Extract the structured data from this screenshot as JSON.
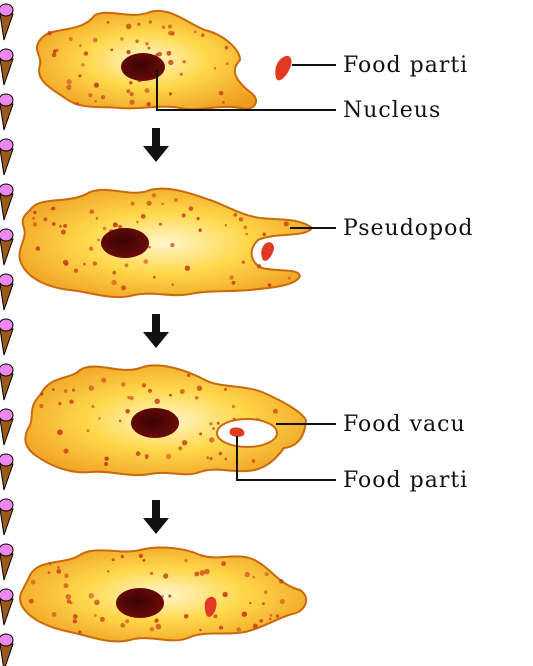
{
  "labels": {
    "stage1_food": "Food parti",
    "stage1_nucleus": "Nucleus",
    "stage2_pseudopod": "Pseudopod",
    "stage3_vacuole": "Food vacu",
    "stage3_food": "Food parti"
  },
  "colors": {
    "cytoplasm_center": "#fff6cc",
    "cytoplasm_mid": "#ffd84a",
    "cytoplasm_edge": "#ee9a1e",
    "outline": "#c96a0e",
    "nucleus": "#6e0b0b",
    "nucleus_inner": "#3b0303",
    "dots": "#c8401a",
    "food": "#e03a22",
    "arrow": "#111111",
    "border_cone": "#9b5a1a",
    "border_scoop": "#ee88ee"
  },
  "icons": {
    "border": "ice-cream-cone-border",
    "arrow": "down-arrow-icon"
  }
}
